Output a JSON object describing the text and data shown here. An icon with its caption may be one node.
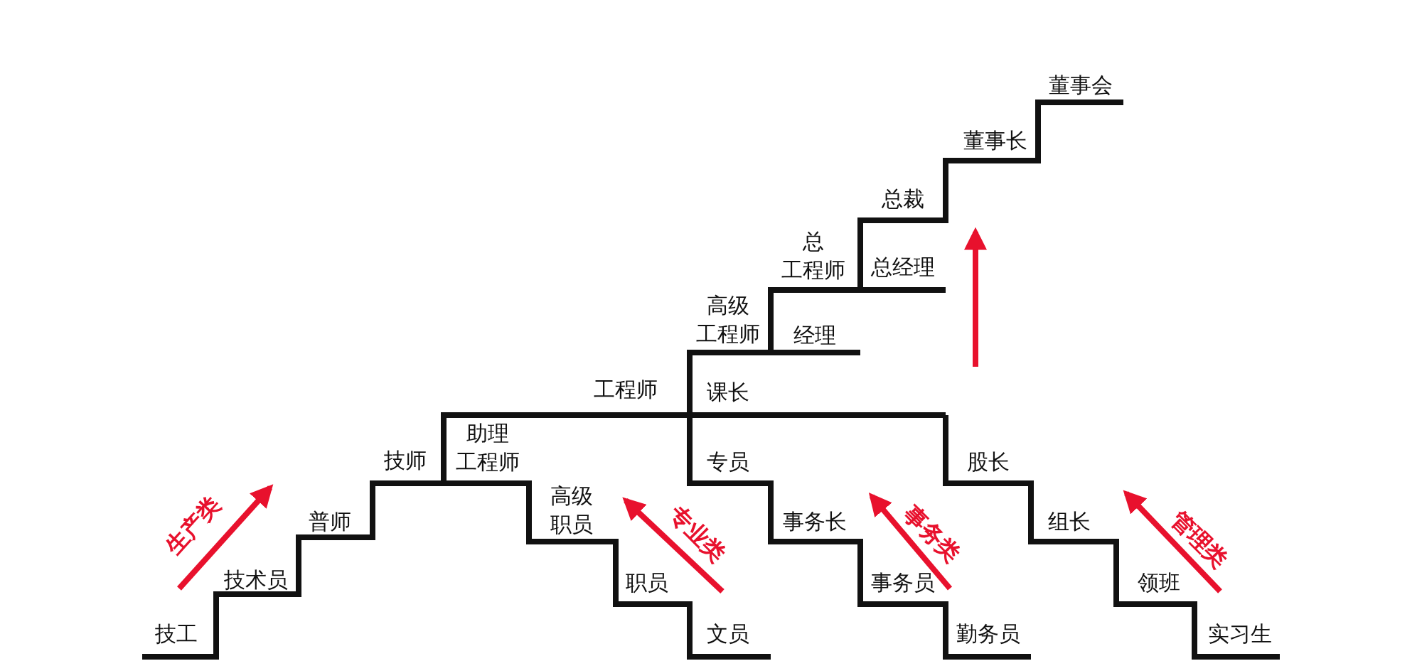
{
  "diagram": {
    "labels": [
      "董事会",
      "董事长",
      "总裁",
      "总工程师",
      "总经理",
      "高级工程师",
      "经理",
      "工程师",
      "课长",
      "助理工程师",
      "技师",
      "专员",
      "股长",
      "生产类",
      "普师",
      "高级职员",
      "专业类",
      "事务长",
      "事务类",
      "组长",
      "管理类",
      "技术员",
      "职员",
      "事务员",
      "领班",
      "技工",
      "文员",
      "勤务员",
      "实习生"
    ]
  }
}
